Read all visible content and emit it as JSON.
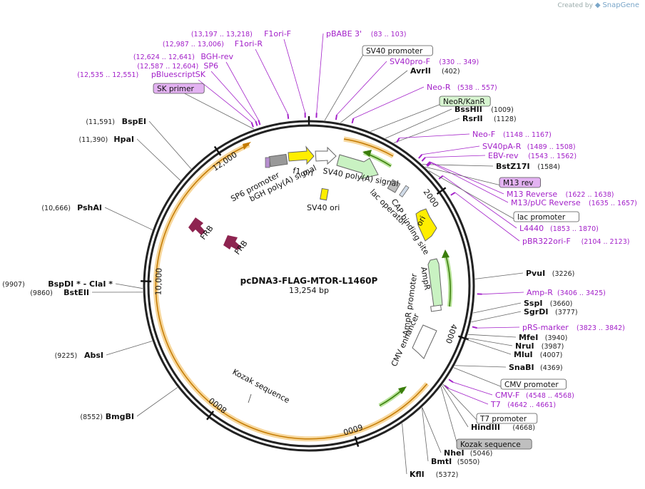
{
  "credit": {
    "created_by": "Created by",
    "brand": "SnapGene"
  },
  "title": "pcDNA3-FLAG-MTOR-L1460P",
  "size": "13,254 bp",
  "total_bp": 13254,
  "colors": {
    "primer": "#a321c9",
    "enzyme": "#111111",
    "orange_arc": "#f5a623",
    "green_arc": "#56a10b",
    "frb": "#8e2450",
    "ori": "#ffee00",
    "promoter": "#ffffff",
    "cap_box": "#bfbfbf"
  },
  "ticks": [
    {
      "bp": 2000,
      "label": "2000"
    },
    {
      "bp": 4000,
      "label": "4000"
    },
    {
      "bp": 6000,
      "label": "6000"
    },
    {
      "bp": 8000,
      "label": "8000"
    },
    {
      "bp": 10000,
      "label": "10,000"
    },
    {
      "bp": 12000,
      "label": "12,000"
    }
  ],
  "enzymes": [
    {
      "name": "AvrII",
      "pos": "(402)",
      "bp": 402
    },
    {
      "name": "BssHII",
      "pos": "(1009)",
      "bp": 1009
    },
    {
      "name": "RsrII",
      "pos": "(1128)",
      "bp": 1128
    },
    {
      "name": "BstZ17I",
      "pos": "(1584)",
      "bp": 1584
    },
    {
      "name": "PvuI",
      "pos": "(3226)",
      "bp": 3226
    },
    {
      "name": "SspI",
      "pos": "(3660)",
      "bp": 3660
    },
    {
      "name": "SgrDI",
      "pos": "(3777)",
      "bp": 3777
    },
    {
      "name": "MfeI",
      "pos": "(3940)",
      "bp": 3940
    },
    {
      "name": "NruI",
      "pos": "(3987)",
      "bp": 3987
    },
    {
      "name": "MluI",
      "pos": "(4007)",
      "bp": 4007
    },
    {
      "name": "SnaBI",
      "pos": "(4369)",
      "bp": 4369
    },
    {
      "name": "HindIII",
      "pos": "(4668)",
      "bp": 4668
    },
    {
      "name": "NheI",
      "pos": "(5046)",
      "bp": 5046
    },
    {
      "name": "BmtI",
      "pos": "(5050)",
      "bp": 5050
    },
    {
      "name": "KflI",
      "pos": "(5372)",
      "bp": 5372
    },
    {
      "name": "BmgBI",
      "pos": "(8552)",
      "bp": 8552
    },
    {
      "name": "AbsI",
      "pos": "(9225)",
      "bp": 9225
    },
    {
      "name": "BstEII",
      "pos": "(9860)",
      "bp": 9860
    },
    {
      "name": "BspDI * - ClaI *",
      "pos": "(9907)",
      "bp": 9907
    },
    {
      "name": "PshAI",
      "pos": "(10,666)",
      "bp": 10666
    },
    {
      "name": "HpaI",
      "pos": "(11,390)",
      "bp": 11390
    },
    {
      "name": "BspEI",
      "pos": "(11,591)",
      "bp": 11591
    }
  ],
  "primers": [
    {
      "name": "pBABE 3'",
      "pos": "(83 .. 103)",
      "bp": 93
    },
    {
      "name": "SV40pro-F",
      "pos": "(330 .. 349)",
      "bp": 340
    },
    {
      "name": "Neo-R",
      "pos": "(538 .. 557)",
      "bp": 547
    },
    {
      "name": "Neo-F",
      "pos": "(1148 .. 1167)",
      "bp": 1157
    },
    {
      "name": "SV40pA-R",
      "pos": "(1489 .. 1508)",
      "bp": 1498
    },
    {
      "name": "EBV-rev",
      "pos": "(1543 .. 1562)",
      "bp": 1552
    },
    {
      "name": "M13 Reverse",
      "pos": "(1622 .. 1638)",
      "bp": 1630
    },
    {
      "name": "M13/pUC Reverse",
      "pos": "(1635 .. 1657)",
      "bp": 1646
    },
    {
      "name": "L4440",
      "pos": "(1853 .. 1870)",
      "bp": 1861
    },
    {
      "name": "pBR322ori-F",
      "pos": "(2104 .. 2123)",
      "bp": 2113
    },
    {
      "name": "Amp-R",
      "pos": "(3406 .. 3425)",
      "bp": 3415
    },
    {
      "name": "pRS-marker",
      "pos": "(3823 .. 3842)",
      "bp": 3832
    },
    {
      "name": "CMV-F",
      "pos": "(4548 .. 4568)",
      "bp": 4558
    },
    {
      "name": "T7",
      "pos": "(4642 .. 4661)",
      "bp": 4651
    },
    {
      "name": "F1ori-F",
      "pos": "(13,197 .. 13,218)",
      "bp": 13207
    },
    {
      "name": "F1ori-R",
      "pos": "(12,987 .. 13,006)",
      "bp": 12996
    },
    {
      "name": "BGH-rev",
      "pos": "(12,624 .. 12,641)",
      "bp": 12632
    },
    {
      "name": "SP6",
      "pos": "(12,587 .. 12,604)",
      "bp": 12595
    },
    {
      "name": "pBluescriptSK",
      "pos": "(12,535 .. 12,551)",
      "bp": 12543
    }
  ],
  "boxed_features": [
    {
      "name": "SV40 promoter",
      "style": "plain",
      "bp": 200
    },
    {
      "name": "NeoR/KanR",
      "style": "green",
      "bp": 800
    },
    {
      "name": "M13 rev",
      "style": "purple",
      "bp": 1630
    },
    {
      "name": "lac promoter",
      "style": "plain",
      "bp": 1700
    },
    {
      "name": "CMV promoter",
      "style": "plain",
      "bp": 4400
    },
    {
      "name": "T7 promoter",
      "style": "plain",
      "bp": 4650
    },
    {
      "name": "Kozak sequence",
      "style": "gray",
      "bp": 4690
    },
    {
      "name": "SK primer",
      "style": "purple",
      "bp": 12543
    }
  ],
  "inner_labels": [
    {
      "text": "f1 ori"
    },
    {
      "text": "SV40 poly(A) signal"
    },
    {
      "text": "bGH poly(A) signal"
    },
    {
      "text": "SP6 promoter"
    },
    {
      "text": "SV40 ori"
    },
    {
      "text": "lac operator"
    },
    {
      "text": "CAP binding site"
    },
    {
      "text": "ori"
    },
    {
      "text": "AmpR"
    },
    {
      "text": "AmpR promoter"
    },
    {
      "text": "CMV enhancer"
    },
    {
      "text": "FRB"
    },
    {
      "text": "FRB"
    },
    {
      "text": "Kozak sequence"
    }
  ]
}
